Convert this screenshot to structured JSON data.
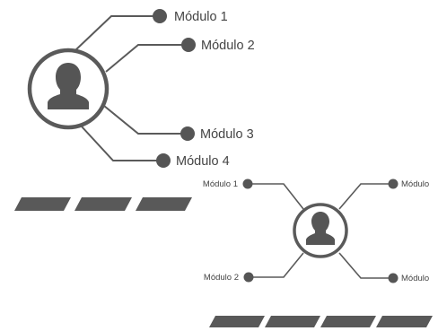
{
  "diagram_large": {
    "modules": [
      "Módulo 1",
      "Módulo 2",
      "Módulo 3",
      "Módulo 4"
    ],
    "center_icon": "user-avatar-icon"
  },
  "diagram_small": {
    "modules": [
      "Módulo 1",
      "Módulo",
      "Módulo 2",
      "Módulo"
    ],
    "center_icon": "user-avatar-icon"
  },
  "colors": {
    "stroke": "#5a5a5a",
    "fill": "#555555",
    "background": "#ffffff"
  }
}
